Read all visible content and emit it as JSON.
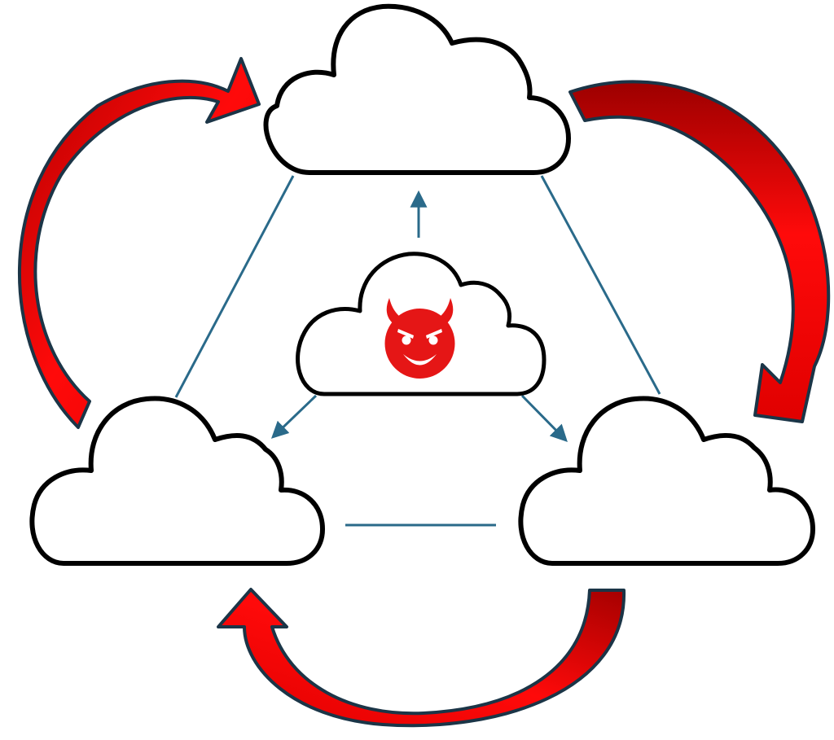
{
  "diagram": {
    "nodes": [
      {
        "id": "cloud-top",
        "kind": "cloud"
      },
      {
        "id": "cloud-left",
        "kind": "cloud"
      },
      {
        "id": "cloud-right",
        "kind": "cloud"
      },
      {
        "id": "cloud-center",
        "kind": "cloud",
        "icon": "devil-face-icon"
      }
    ],
    "links": [
      {
        "from": "cloud-top",
        "to": "cloud-left",
        "style": "line"
      },
      {
        "from": "cloud-top",
        "to": "cloud-right",
        "style": "line"
      },
      {
        "from": "cloud-left",
        "to": "cloud-right",
        "style": "line"
      },
      {
        "from": "cloud-center",
        "to": "cloud-top",
        "style": "arrow"
      },
      {
        "from": "cloud-center",
        "to": "cloud-left",
        "style": "arrow"
      },
      {
        "from": "cloud-center",
        "to": "cloud-right",
        "style": "arrow"
      }
    ],
    "cycle": [
      {
        "from": "cloud-left",
        "to": "cloud-top"
      },
      {
        "from": "cloud-top",
        "to": "cloud-right"
      },
      {
        "from": "cloud-right",
        "to": "cloud-left"
      }
    ]
  },
  "colors": {
    "cloud_stroke": "#000000",
    "cloud_fill": "#ffffff",
    "link": "#2a6a8a",
    "cycle_arrow_fill": "#e30000",
    "cycle_arrow_dark": "#b00000",
    "cycle_arrow_outline": "#1b3547",
    "devil_icon": "#e51616"
  }
}
